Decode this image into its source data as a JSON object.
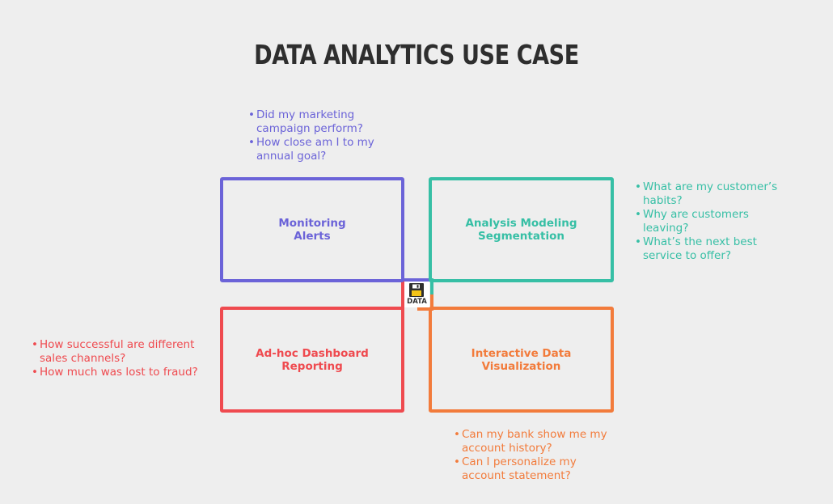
{
  "title": "DATA ANALYTICS USE CASE",
  "colors": {
    "monitoring": "#6b63d8",
    "analysis": "#36bfa5",
    "adhoc": "#ef4a4f",
    "interactive": "#f27b3b"
  },
  "center": {
    "label": "DATA",
    "icon": "floppy-disk-icon"
  },
  "boxes": {
    "monitoring": {
      "label": "Monitoring\nAlerts"
    },
    "analysis": {
      "label": "Analysis Modeling\nSegmentation"
    },
    "adhoc": {
      "label": "Ad-hoc Dashboard\nReporting"
    },
    "interactive": {
      "label": "Interactive Data\nVisualization"
    }
  },
  "questions": {
    "monitoring": [
      "Did my marketing campaign perform?",
      "How close am I to my annual goal?"
    ],
    "analysis": [
      "What are my customer’s habits?",
      "Why are customers leaving?",
      "What’s the next best service to offer?"
    ],
    "adhoc": [
      "How successful are different sales channels?",
      "How much was lost to fraud?"
    ],
    "interactive": [
      "Can my bank show me my account history?",
      "Can I personalize my account statement?"
    ]
  }
}
